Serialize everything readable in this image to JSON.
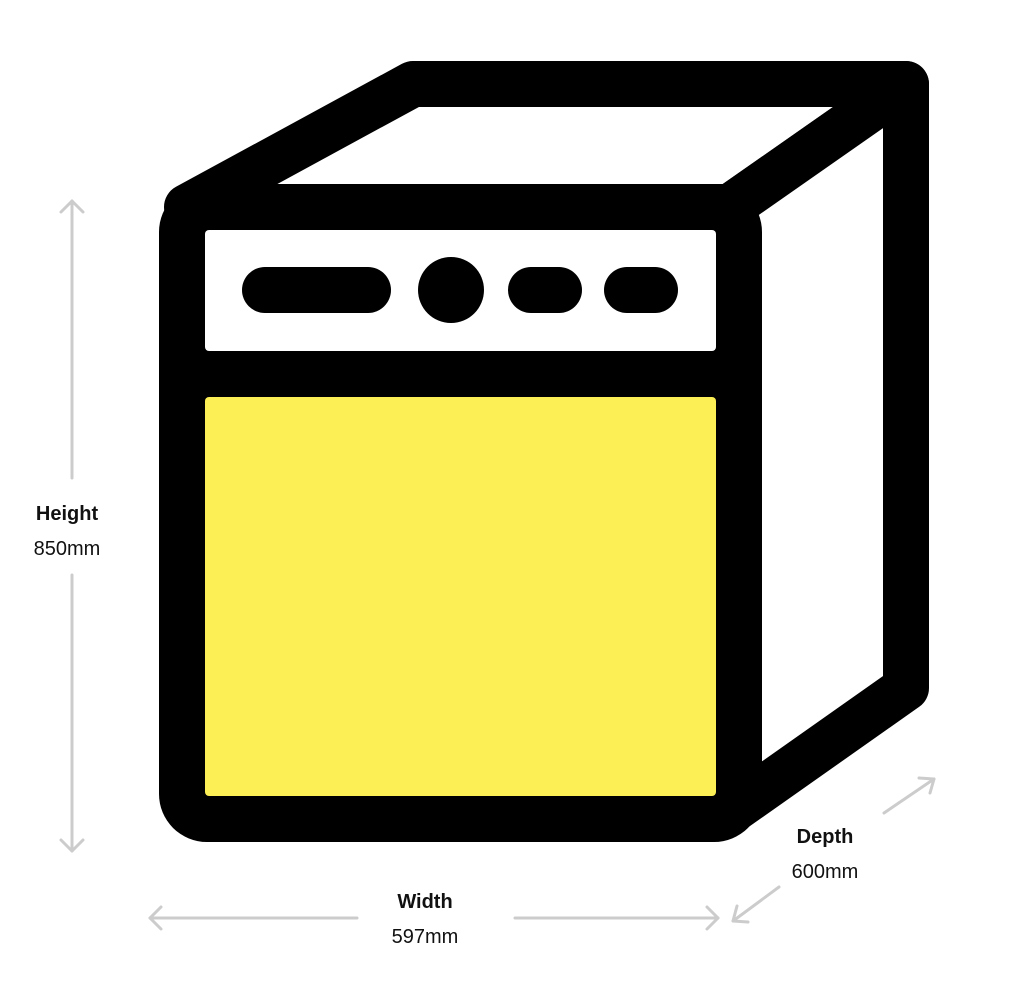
{
  "diagram": {
    "subject": "appliance-dimensions",
    "colors": {
      "outline": "#000000",
      "door_fill": "#FCEE55",
      "panel_fill": "#ffffff",
      "arrow": "#CCCCCC",
      "text": "#111111"
    },
    "panel_controls": [
      {
        "shape": "pill",
        "label": "display"
      },
      {
        "shape": "circle",
        "label": "dial"
      },
      {
        "shape": "pill",
        "label": "button"
      },
      {
        "shape": "pill",
        "label": "button"
      }
    ]
  },
  "dimensions": {
    "height": {
      "title": "Height",
      "value": "850mm"
    },
    "width": {
      "title": "Width",
      "value": "597mm"
    },
    "depth": {
      "title": "Depth",
      "value": "600mm"
    }
  }
}
